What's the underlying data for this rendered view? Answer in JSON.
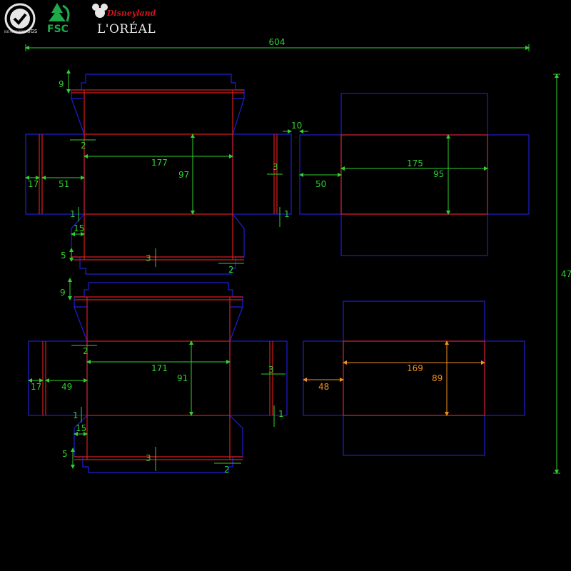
{
  "colors": {
    "background": "#000000",
    "cut_line": "#1f1fd6",
    "fold_line": "#d81e1e",
    "dimension": "#2fd02f",
    "dimension_highlight": "#f0901e",
    "logo_white": "#e6e6e6",
    "fsc_green": "#1faa4a",
    "disney_red": "#d4121d"
  },
  "logos": {
    "sgs_text": "SGS",
    "sgs_ring_text": "ISO 9001:2008",
    "fsc_text": "FSC",
    "disneyland_text": "Disneyland",
    "loreal_text": "L'ORÉAL"
  },
  "overall": {
    "width_label": "604",
    "height_label": "47"
  },
  "box_a": {
    "dims": {
      "flap_top": "9",
      "gap_top": "2",
      "body_width": "177",
      "body_height": "97",
      "side_glue": "17",
      "side_panel": "51",
      "rib_right": "3",
      "small_a": "1",
      "small_b": "1",
      "tab": "15",
      "flap_small": "5",
      "bottom_3": "3",
      "bottom_2": "2"
    }
  },
  "box_b": {
    "dims": {
      "gap_between": "10",
      "body_width": "175",
      "body_height": "95",
      "side_panel": "50"
    }
  },
  "box_c": {
    "dims": {
      "flap_top": "9",
      "gap_top": "2",
      "body_width": "171",
      "body_height": "91",
      "side_glue": "17",
      "side_panel": "49",
      "rib_right": "3",
      "small_a": "1",
      "small_b": "1",
      "tab": "15",
      "flap_small": "5",
      "bottom_3": "3",
      "bottom_2": "2"
    }
  },
  "box_d": {
    "dims": {
      "body_width": "169",
      "body_height": "89",
      "side_panel": "48"
    }
  }
}
